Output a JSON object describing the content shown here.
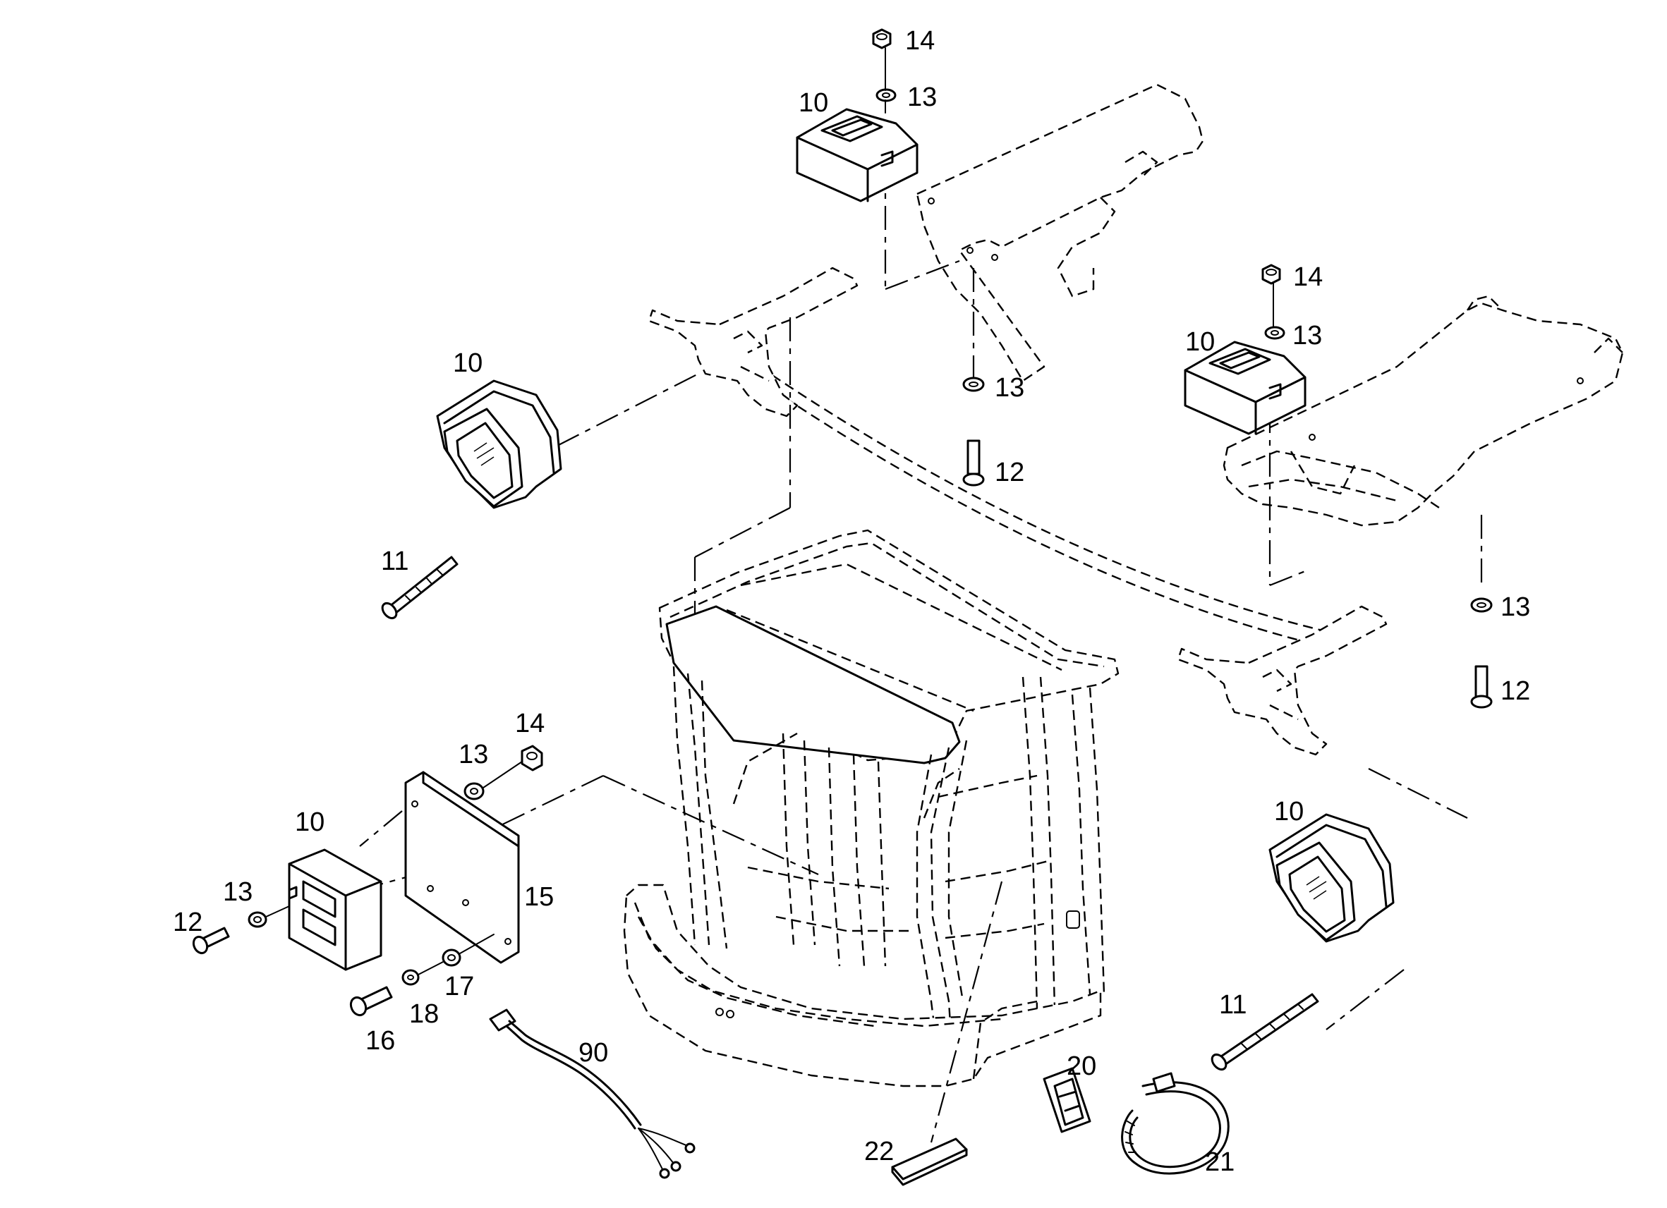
{
  "diagram": {
    "callouts": {
      "c10_top": "10",
      "c13_top": "13",
      "c14_top": "14",
      "c13_mid": "13",
      "c12_mid": "12",
      "c10_right": "10",
      "c13_right": "13",
      "c14_right": "14",
      "c13_right_lower": "13",
      "c12_right_lower": "12",
      "c10_left_lamp": "10",
      "c11_left": "11",
      "c14_plate": "14",
      "c13_plate": "13",
      "c10_plate": "10",
      "c13_plate_left": "13",
      "c12_plate_left": "12",
      "c15": "15",
      "c17": "17",
      "c18": "18",
      "c16": "16",
      "c90": "90",
      "c10_right_lamp": "10",
      "c11_right": "11",
      "c20": "20",
      "c21": "21",
      "c22": "22"
    }
  }
}
